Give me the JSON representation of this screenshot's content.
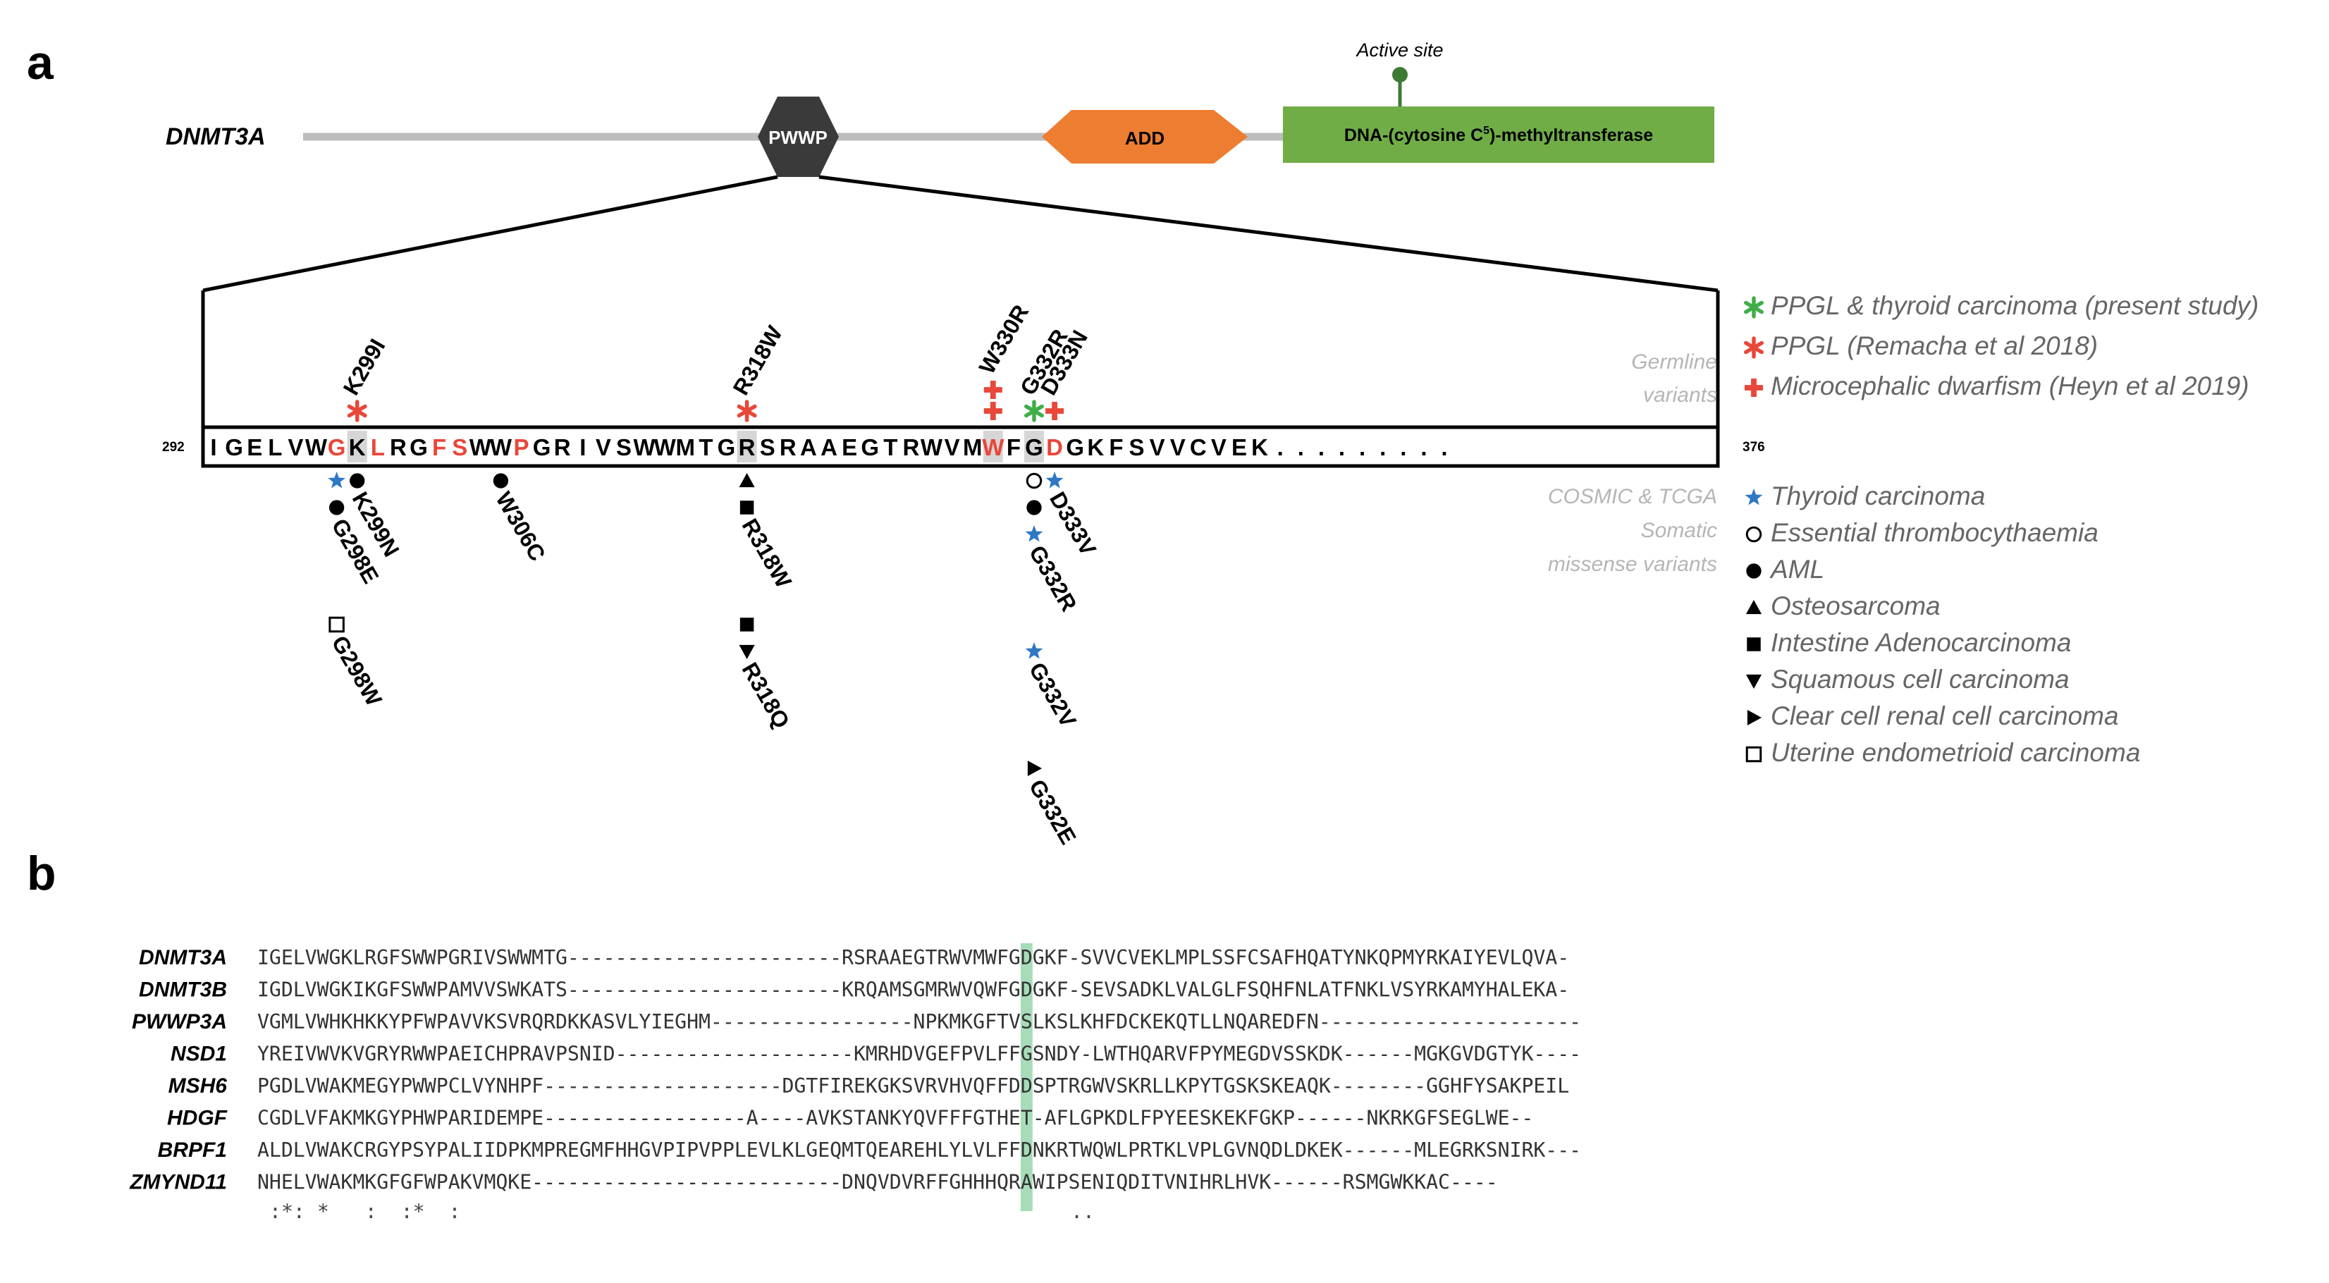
{
  "panel_a": {
    "label": "a",
    "gene": "DNMT3A",
    "active_site": "Active site",
    "domains": {
      "pwwp": "PWWP",
      "add": "ADD",
      "mtase": {
        "prefix": "DNA-(cytosine C",
        "sup": "5",
        "suffix": ")-methyltransferase"
      }
    },
    "colors": {
      "add": "#ed7d31",
      "mtase": "#70ad47",
      "pwwp": "#3a3a3a",
      "stem": "#3d7a35",
      "red": "#e8473a",
      "green": "#3fae49",
      "blue": "#2f78c4",
      "gray": "#b5b5b5",
      "highlight": "#d6d6d6"
    },
    "seq_start": "292",
    "seq_end": "376",
    "sequence": "IGELVWGKLRGFSWWPGRIVSWWMTGRSRAAEGTRWVMWFGDGKFSVVCVEK.........",
    "red_positions": [
      6,
      8,
      11,
      12,
      15,
      38,
      41
    ],
    "gray_positions": [
      7,
      26,
      38,
      40
    ],
    "germline": [
      {
        "pos": 7,
        "label": "K299I",
        "symbols": [
          "red-star"
        ]
      },
      {
        "pos": 26,
        "label": "R318W",
        "symbols": [
          "red-star"
        ]
      },
      {
        "pos": 38,
        "label": "W330R",
        "symbols": [
          "red-cross",
          "red-cross"
        ]
      },
      {
        "pos": 40,
        "label": "G332R",
        "symbols": [
          "green-star"
        ]
      },
      {
        "pos": 41,
        "label": "D333N",
        "symbols": [
          "red-cross"
        ]
      }
    ],
    "germline_caption": [
      "Germline",
      "variants"
    ],
    "somatic_caption": [
      "COSMIC & TCGA",
      "Somatic",
      "missense variants"
    ],
    "somatic": [
      {
        "pos": 6,
        "stack": [
          {
            "symbols": [
              "blue-star",
              "black-circle"
            ],
            "label": "G298E"
          },
          {
            "symbols": [
              "open-square"
            ],
            "label": "G298W"
          }
        ]
      },
      {
        "pos": 7,
        "stack": [
          {
            "symbols": [
              "black-circle"
            ],
            "label": "K299N"
          }
        ]
      },
      {
        "pos": 14,
        "stack": [
          {
            "symbols": [
              "black-circle"
            ],
            "label": "W306C"
          }
        ]
      },
      {
        "pos": 26,
        "stack": [
          {
            "symbols": [
              "black-triangle-up",
              "black-square"
            ],
            "label": "R318W"
          },
          {
            "symbols": [
              "black-square",
              "black-triangle-down"
            ],
            "label": "R318Q"
          }
        ]
      },
      {
        "pos": 40,
        "stack": [
          {
            "symbols": [
              "open-circle",
              "black-circle",
              "blue-star"
            ],
            "label": "G332R"
          },
          {
            "symbols": [
              "blue-star"
            ],
            "label": "G332V"
          },
          {
            "symbols": [
              "black-triangle-right"
            ],
            "label": "G332E"
          }
        ]
      },
      {
        "pos": 41,
        "stack": [
          {
            "symbols": [
              "blue-star"
            ],
            "label": "D333V"
          }
        ]
      }
    ],
    "legend_germline": [
      {
        "symbol": "green-star",
        "text": "PPGL & thyroid carcinoma (present study)"
      },
      {
        "symbol": "red-star",
        "text": "PPGL (Remacha et al 2018)"
      },
      {
        "symbol": "red-cross",
        "text": "Microcephalic dwarfism (Heyn et al 2019)"
      }
    ],
    "legend_somatic": [
      {
        "symbol": "blue-star",
        "text": "Thyroid carcinoma"
      },
      {
        "symbol": "open-circle",
        "text": "Essential thrombocythaemia"
      },
      {
        "symbol": "black-circle",
        "text": "AML"
      },
      {
        "symbol": "black-triangle-up",
        "text": "Osteosarcoma"
      },
      {
        "symbol": "black-square",
        "text": "Intestine Adenocarcinoma"
      },
      {
        "symbol": "black-triangle-down",
        "text": "Squamous cell carcinoma"
      },
      {
        "symbol": "black-triangle-right",
        "text": "Clear cell renal cell carcinoma"
      },
      {
        "symbol": "open-square",
        "text": "Uterine endometrioid carcinoma"
      }
    ]
  },
  "panel_b": {
    "label": "b",
    "highlight_col": 64,
    "highlight_color": "#a8dcb9",
    "alignment": [
      {
        "name": "DNMT3A",
        "seq": "IGELVWGKLRGFSWWPGRIVSWWMTG-----------------------RSRAAEGTRWVMWFGDGKF-SVVCVEKLMPLSSFCSAFHQATYNKQPMYRKAIYEVLQVA-"
      },
      {
        "name": "DNMT3B",
        "seq": "IGDLVWGKIKGFSWWPAMVVSWKATS-----------------------KRQAMSGMRWVQWFGDGKF-SEVSADKLVALGLFSQHFNLATFNKLVSYRKAMYHALEKA-"
      },
      {
        "name": "PWWP3A",
        "seq": "VGMLVWHKHKKYPFWPAVVKSVRQRDKKASVLYIEGHM-----------------NPKMKGFTVSLKSLKHFDCKEKQTLLNQAREDFN----------------------"
      },
      {
        "name": "NSD1",
        "seq": "YREIVWVKVGRYRWWPAEICHPRAVPSNID--------------------KMRHDVGEFPVLFFGSNDY-LWTHQARVFPYMEGDVSSKDK------MGKGVDGTYK----"
      },
      {
        "name": "MSH6",
        "seq": "PGDLVWAKMEGYPWWPCLVYNHPF--------------------DGTFIREKGKSVRVHVQFFDDSPTRGWVSKRLLKPYTGSKSKEAQK--------GGHFYSAKPEIL"
      },
      {
        "name": "HDGF",
        "seq": "CGDLVFAKMKGYPHWPARIDEMPE-----------------A----AVKSTANKYQVFFFGTHET-AFLGPKDLFPYEESKEKFGKP------NKRKGFSEGLWE--"
      },
      {
        "name": "BRPF1",
        "seq": "ALDLVWAKCRGYPSYPALIIDPKMPREGMFHHGVPIPVPPLEVLKLGEQMTQEAREHLYLVLFFDNKRTWQWLPRTKLVPLGVNQDLDKEK------MLEGRKSNIRK---"
      },
      {
        "name": "ZMYND11",
        "seq": "NHELVWAKMKGFGFWPAKVMQKE--------------------------DNQVDVRFFGHHHQRAWIPSENIQDITVNIHRLHVK------RSMGWKKAC----"
      }
    ],
    "consensus": " :*: *   :  :*  :                                                   .."
  }
}
